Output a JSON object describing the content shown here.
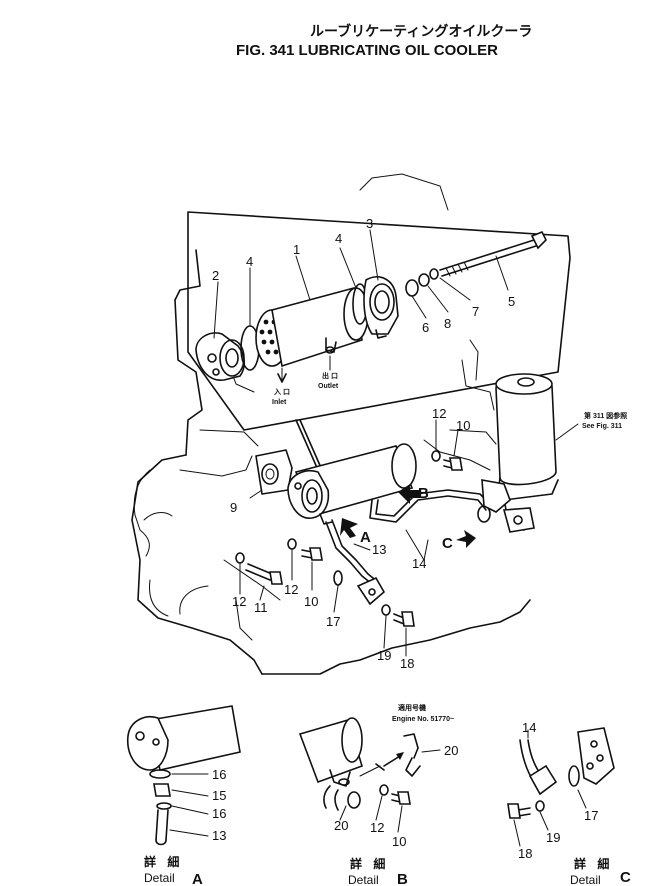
{
  "title": {
    "japanese": "ルーブリケーティングオイルクーラ",
    "english": "FIG. 341  LUBRICATING OIL COOLER"
  },
  "part_numbers": {
    "p1": "1",
    "p2": "2",
    "p3": "3",
    "p4a": "4",
    "p4b": "4",
    "p5": "5",
    "p6": "6",
    "p7": "7",
    "p8": "8",
    "p9": "9",
    "p10a": "10",
    "p10b": "10",
    "p11": "11",
    "p12a": "12",
    "p12b": "12",
    "p12c": "12",
    "p13": "13",
    "p14": "14",
    "p17": "17",
    "p18": "18",
    "p19": "19"
  },
  "flow_labels": {
    "inlet_ja": "入 口",
    "inlet_en": "Inlet",
    "outlet_ja": "出 口",
    "outlet_en": "Outlet"
  },
  "reference": {
    "ja": "第 311 図参照",
    "en": "See Fig. 311"
  },
  "view_arrows": {
    "a": "A",
    "b": "B",
    "c": "C"
  },
  "details": {
    "a": {
      "ja": "詳 細",
      "en": "Detail",
      "letter": "A",
      "labels": {
        "l16a": "16",
        "l15": "15",
        "l16b": "16",
        "l13": "13"
      }
    },
    "b": {
      "ja": "詳 細",
      "en": "Detail",
      "letter": "B",
      "applicable_ja": "適用号機",
      "engine_no": "Engine No. 51770~",
      "labels": {
        "l20a": "20",
        "l20b": "20",
        "l12": "12",
        "l10": "10"
      }
    },
    "c": {
      "ja": "詳 細",
      "en": "Detail",
      "letter": "C",
      "labels": {
        "l14": "14",
        "l17": "17",
        "l19": "19",
        "l18": "18"
      }
    }
  }
}
